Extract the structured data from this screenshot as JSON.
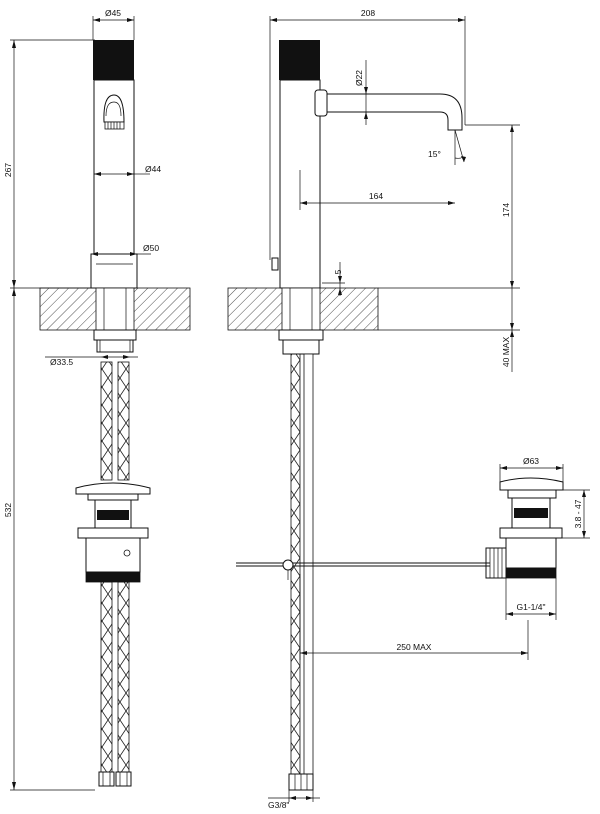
{
  "dimensions": {
    "front_cap_dia": "Ø45",
    "front_body_dia": "Ø44",
    "front_base_dia": "Ø50",
    "front_shank_dia": "Ø33.5",
    "total_height_upper": "267",
    "total_height_lower": "532",
    "side_width": "208",
    "spout_dia": "Ø22",
    "spout_angle": "15°",
    "spout_reach": "164",
    "spout_height": "174",
    "base_offset": "5",
    "deck_max": "40 MAX",
    "waste_dia": "Ø63",
    "waste_range": "3.8 - 47",
    "waste_thread": "G1-1/4\"",
    "rod_max": "250 MAX",
    "hose_thread": "G3/8\""
  }
}
